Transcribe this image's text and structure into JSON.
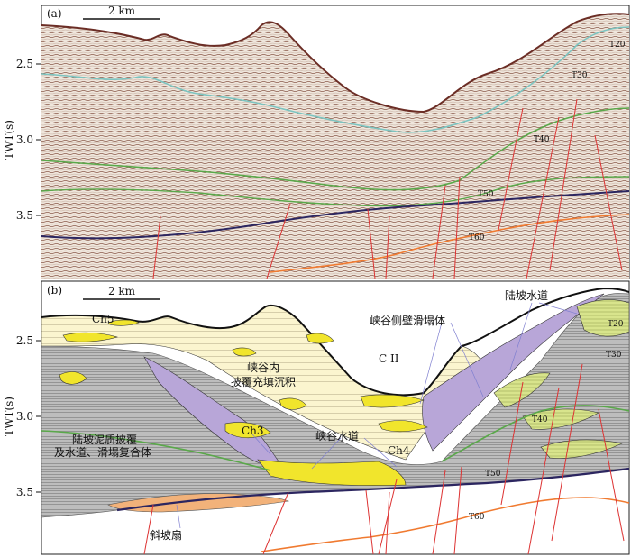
{
  "panel_a": {
    "label": "(a)",
    "scale_bar": "2 km",
    "y_axis_label": "TWT(s)",
    "y_ticks": [
      "2.5",
      "3.0",
      "3.5"
    ],
    "horizons": [
      "T20",
      "T30",
      "T40",
      "T50",
      "T60"
    ]
  },
  "panel_b": {
    "label": "(b)",
    "scale_bar": "2 km",
    "y_axis_label": "TWT(s)",
    "y_ticks": [
      "2.5",
      "3.0",
      "3.5"
    ],
    "horizons": [
      "T20",
      "T30",
      "T40",
      "T50",
      "T60"
    ],
    "annotations": {
      "ch5": "Ch5",
      "slope_channel": "陆坡水道",
      "canyon_wall_slump": "峡谷侧壁滑塌体",
      "canyon_fill_line1": "峡谷内",
      "canyon_fill_line2": "披覆充填沉积",
      "cii": "C II",
      "ch3": "Ch3",
      "canyon_channel": "峡谷水道",
      "ch4": "Ch4",
      "slope_mud_line1": "陆坡泥质披覆",
      "slope_mud_line2": "及水道、滑塌复合体",
      "slope_fan": "斜坡扇"
    }
  }
}
